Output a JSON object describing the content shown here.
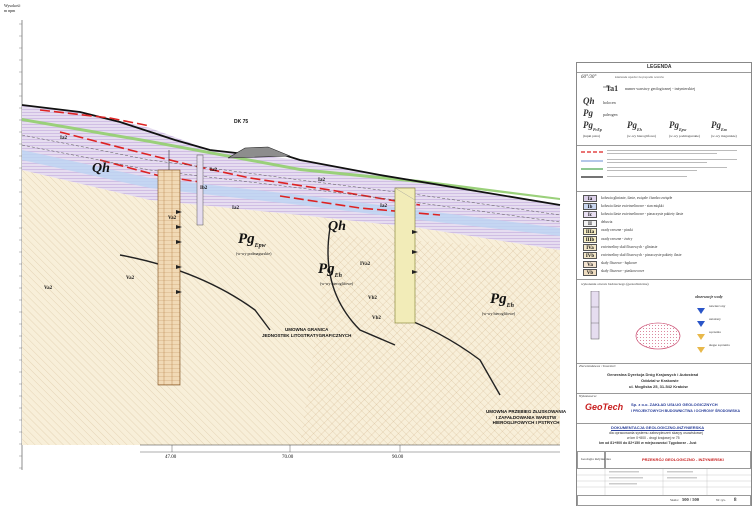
{
  "axis": {
    "title_line1": "Wysokość",
    "title_line2": "m npm"
  },
  "section": {
    "labels": {
      "qh_upper": "Qh",
      "qh_lower": "Qh",
      "dk75": "DK 75",
      "pg_left": "Pg",
      "pg_left_sub": "Epw",
      "pg_left_note": "(w-wy podmagurskie)",
      "pg_mid": "Pg",
      "pg_mid_sub": "Eh",
      "pg_mid_note": "(w-wy hieroglifowe)",
      "pg_right": "Pg",
      "pg_right_sub": "Eh",
      "pg_right_note": "(w-wy hieroglifowe)",
      "boundary_text_1": "UMOWNA GRANICA",
      "boundary_text_2": "JEDNOSTEK LITOSTRATYGRAFICZNYCH",
      "boundary2_text_1": "UMOWNA PRZEBIEG ZŁUSKOWANIA",
      "boundary2_text_2": "I ZAFAŁDOWANIA WARSTW",
      "boundary2_text_3": "HIEROGLIFOWYCH I PSTRYCH",
      "layer_codes": [
        "Ia2",
        "Ia2",
        "Ia2",
        "Ib2",
        "Ia2",
        "Ia2",
        "IVa2",
        "Va2",
        "Va2",
        "Va2",
        "Vb2",
        "Vb2"
      ]
    },
    "scale_ticks": [
      "47.00",
      "70.00",
      "90.00"
    ]
  },
  "legend": {
    "title": "LEGENDA",
    "rows": [
      {
        "code": "Ia1",
        "text": "numer warstwy geologicznej - inżynierskiej"
      },
      {
        "code": "Qh",
        "text": "holocen"
      },
      {
        "code": "Pg",
        "text": "paleogen"
      }
    ],
    "strat": [
      {
        "sym": "Pg",
        "sub": "PcEp",
        "note": "(łupki pstre)"
      },
      {
        "sym": "Pg",
        "sub": "Eh",
        "note": "(w-wy hieroglifowe)"
      },
      {
        "sym": "Pg",
        "sub": "Epw",
        "note": "(w-wy podmagurskie)"
      },
      {
        "sym": "Pg",
        "sub": "Em",
        "note": "(w-wy magurskie)"
      }
    ],
    "soil_classes": [
      {
        "code": "Ia",
        "text": "koluwia gliniaste, ilaste, zwięzłe i bardzo zwięzłe",
        "color": "#dcd0ea"
      },
      {
        "code": "Ib",
        "text": "koluwia ilaste zwietrzelinowe - stan miękki",
        "color": "#c9d6f0"
      },
      {
        "code": "Ic",
        "text": "koluwia ilaste zwietrzelinowe - piaszczyste pakiety ilaste",
        "color": "#e8dff2"
      },
      {
        "code": "II",
        "text": "deluwia",
        "color": "#f3f3f3"
      },
      {
        "code": "IIIa",
        "text": "osady rzeczne - piaski",
        "color": "#f7eec4"
      },
      {
        "code": "IIIb",
        "text": "osady rzeczne - żwiry",
        "color": "#f7eec4"
      },
      {
        "code": "IVa",
        "text": "zwietrzeliny skał fliszowych - gliniaste",
        "color": "#f3e7c8"
      },
      {
        "code": "IVb",
        "text": "zwietrzeliny skał fliszowych - piaszczyste pakiety ilaste",
        "color": "#f3e7c8"
      },
      {
        "code": "Va",
        "text": "skały fliszowe - łupkowe",
        "color": "#f4e4cf"
      },
      {
        "code": "Vb",
        "text": "skały fliszowe - piaskowcowe",
        "color": "#eedcc0"
      }
    ],
    "water_title": "obserwacje wody",
    "water_items": [
      "nawiercony",
      "ustalony",
      "sączenia",
      "skąpe sączenia"
    ],
    "borehole_caption": "wykonanie otworu badawczego (geotechniczne)"
  },
  "title_block": {
    "investor_label": "Zleceniodawca / Inwestor:",
    "investor_1": "Generalna Dyrekcja Dróg Krajowych i Autostrad",
    "investor_2": "Oddział w Krakowie",
    "investor_3": "ul. Mogilska 25, 31-542 Kraków",
    "contractor_label": "Wykonawca:",
    "company_logo": "GeoTech",
    "company_1": "Sp. z o.o.  ZAKŁAD USŁUG GEOLOGICZNYCH",
    "company_2": "I PROJEKTOWYCH BUDOWNICTWA I OCHRONY ŚRODOWISKA",
    "doc_title_1": "DOKUMENTACJA GEOLOGICZNO-INŻYNIERSKA",
    "doc_title_2": "dla opracowania systemu zabezpieczeń skarpy osuwiskowej",
    "doc_title_3": "w km 0+800 - drogi krajowej nr 75",
    "doc_title_4": "km od 81+900 do 82+150 w miejscowości Tęgoborze - Just",
    "sheet_type_label": "Geologia inżynierska",
    "sheet_title": "PRZEKRÓJ GEOLOGICZNO - INŻYNIERSKI",
    "scale_label": "Skala:",
    "scale_value": "500 / 500",
    "sheet_no_label": "Nr rys.",
    "sheet_no": "8"
  }
}
